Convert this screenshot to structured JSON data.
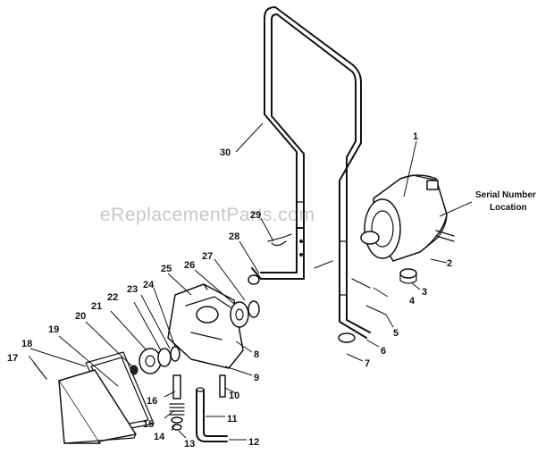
{
  "diagram": {
    "watermark": "eReplacementParts.com",
    "serial_callout": [
      "Serial Number",
      "Location"
    ],
    "part_numbers": [
      "1",
      "2",
      "3",
      "4",
      "5",
      "6",
      "7",
      "8",
      "9",
      "10",
      "11",
      "12",
      "13",
      "14",
      "15",
      "16",
      "17",
      "18",
      "19",
      "20",
      "21",
      "22",
      "23",
      "24",
      "25",
      "26",
      "27",
      "28",
      "29",
      "30"
    ]
  }
}
